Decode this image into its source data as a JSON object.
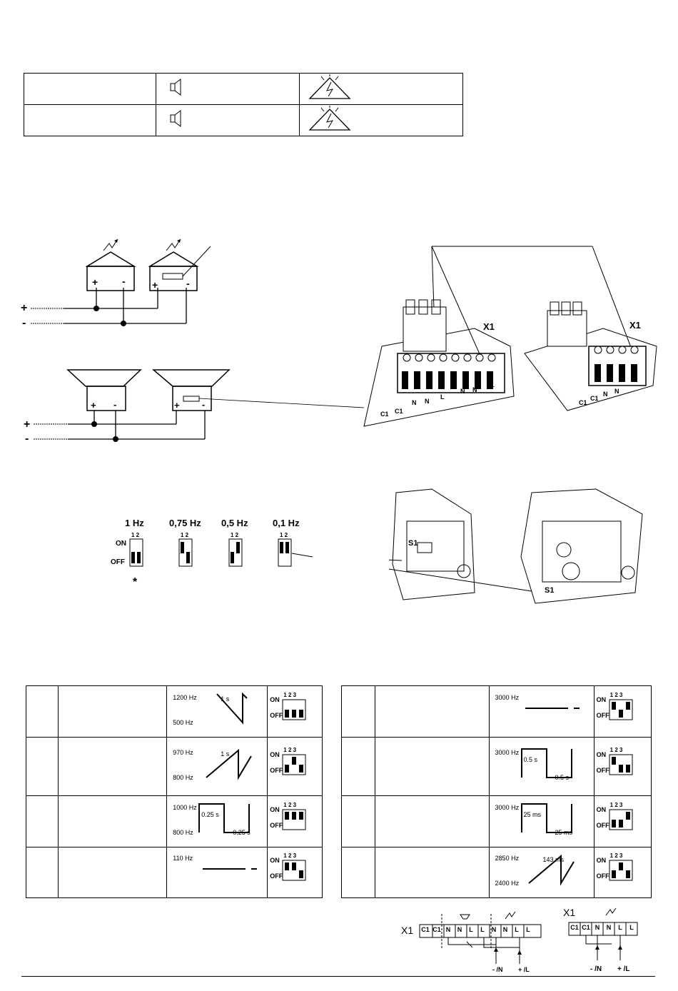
{
  "top_table": {
    "rows": [
      {
        "speaker_icon": "speaker-icon",
        "flash_icon": "flash-beacon-icon"
      },
      {
        "speaker_icon": "speaker-icon",
        "flash_icon": "flash-beacon-icon"
      }
    ]
  },
  "wiring": {
    "plus": "+",
    "minus": "-"
  },
  "board": {
    "x1_label": "X1",
    "terminals_left": [
      "C1",
      "C1",
      "N",
      "N",
      "L",
      "N",
      "N",
      "L"
    ],
    "terminals_right": [
      "C1",
      "C1",
      "N",
      "N"
    ]
  },
  "flash_switch": {
    "on": "ON",
    "off": "OFF",
    "switch_numbers": "1 2",
    "star": "*",
    "settings": [
      {
        "freq": "1 Hz"
      },
      {
        "freq": "0,75 Hz"
      },
      {
        "freq": "0,5 Hz"
      },
      {
        "freq": "0,1 Hz"
      }
    ],
    "s1_label": "S1"
  },
  "tone_table_left": [
    {
      "f_high": "1200 Hz",
      "f_low": "500 Hz",
      "time": "1 s"
    },
    {
      "f_high": "970 Hz",
      "f_low": "800 Hz",
      "time": "1 s"
    },
    {
      "f_high": "1000 Hz",
      "f_low": "800 Hz",
      "time1": "0.25 s",
      "time2": "0.25 s"
    },
    {
      "f_high": "110 Hz"
    }
  ],
  "tone_table_right": [
    {
      "f_high": "3000 Hz"
    },
    {
      "f_high": "3000 Hz",
      "time1": "0.5 s",
      "time2": "0.5 s"
    },
    {
      "f_high": "3000 Hz",
      "time1": "25 ms",
      "time2": "25 ms"
    },
    {
      "f_high": "2850 Hz",
      "f_low": "2400 Hz",
      "time": "143 ms"
    }
  ],
  "dip": {
    "on": "ON",
    "off": "OFF",
    "nums": "1 2 3"
  },
  "bottom_wiring": {
    "x1": "X1",
    "left_terms": [
      "C1",
      "C1",
      "N",
      "N",
      "L",
      "L",
      "N",
      "N",
      "L",
      "L"
    ],
    "right_terms": [
      "C1",
      "C1",
      "N",
      "N",
      "L",
      "L"
    ],
    "minus_n": "- /N",
    "plus_l": "+ /L"
  }
}
